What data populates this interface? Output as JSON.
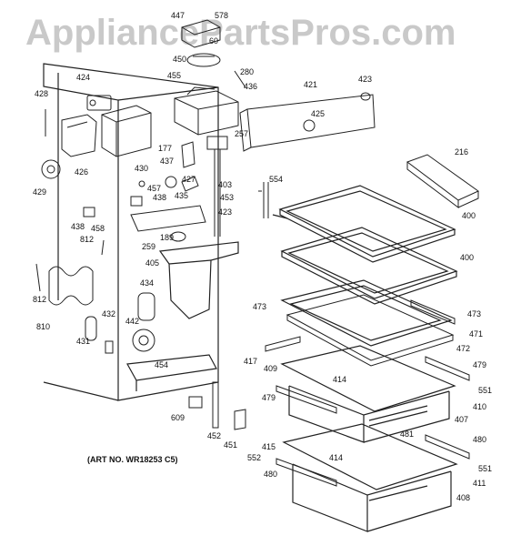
{
  "watermark": "AppliancePartsPros.com",
  "art_number": "(ART NO. WR18253 C5)",
  "labels": [
    "447",
    "578",
    "60",
    "450",
    "280",
    "424",
    "455",
    "436",
    "421",
    "423",
    "428",
    "425",
    "257",
    "177",
    "426",
    "430",
    "437",
    "427",
    "216",
    "429",
    "457",
    "435",
    "403",
    "554",
    "438",
    "453",
    "423",
    "400",
    "438",
    "458",
    "189",
    "812",
    "259",
    "400",
    "405",
    "434",
    "473",
    "473",
    "812",
    "432",
    "471",
    "810",
    "442",
    "472",
    "431",
    "417",
    "409",
    "479",
    "454",
    "414",
    "551",
    "479",
    "410",
    "609",
    "407",
    "481",
    "480",
    "452",
    "451",
    "415",
    "552",
    "414",
    "551",
    "480",
    "411",
    "408"
  ],
  "diagram": {
    "parts": [
      "liner",
      "shelf-upper",
      "shelf-lower",
      "crisper-cover",
      "crisper-pan-upper",
      "crisper-pan-lower",
      "control-housing",
      "bin-rail",
      "shelf-bracket",
      "air-duct",
      "fan-motor",
      "light-socket"
    ]
  }
}
